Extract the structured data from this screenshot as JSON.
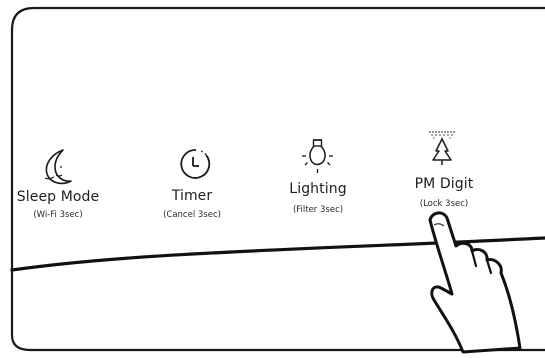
{
  "panel": {
    "buttons": [
      {
        "id": "sleep",
        "icon": "moon-icon",
        "label": "Sleep Mode",
        "sublabel": "(Wi-Fi 3sec)"
      },
      {
        "id": "timer",
        "icon": "clock-icon",
        "label": "Timer",
        "sublabel": "(Cancel 3sec)"
      },
      {
        "id": "lighting",
        "icon": "light-bulb-icon",
        "label": "Lighting",
        "sublabel": "(Filter 3sec)"
      },
      {
        "id": "pm",
        "icon": "dust-tree-icon",
        "label": "PM Digit",
        "sublabel": "(Lock 3sec)"
      }
    ],
    "pointer": {
      "icon": "pressing-hand-icon",
      "target": "pm"
    }
  }
}
